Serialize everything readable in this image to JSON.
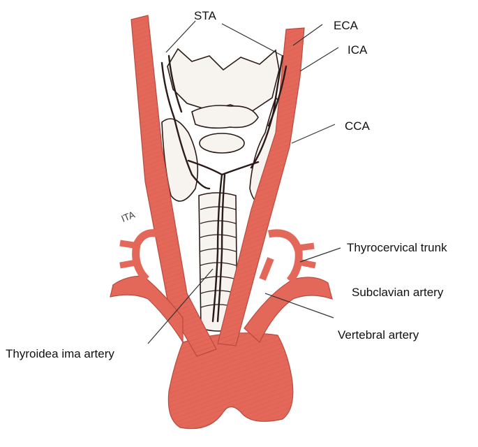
{
  "labels": {
    "sta": "STA",
    "eca": "ECA",
    "ica": "ICA",
    "cca": "CCA",
    "ita_handwritten": "ITA",
    "thyrocervical": "Thyrocervical trunk",
    "subclavian": "Subclavian artery",
    "vertebral": "Vertebral artery",
    "thyroidea_ima": "Thyroidea ima artery"
  },
  "colors": {
    "artery": "#e3685a",
    "artery_shade": "#c8473b",
    "outline": "#2a1a18",
    "cartilage": "#f7f4ef",
    "leader": "#333333"
  }
}
